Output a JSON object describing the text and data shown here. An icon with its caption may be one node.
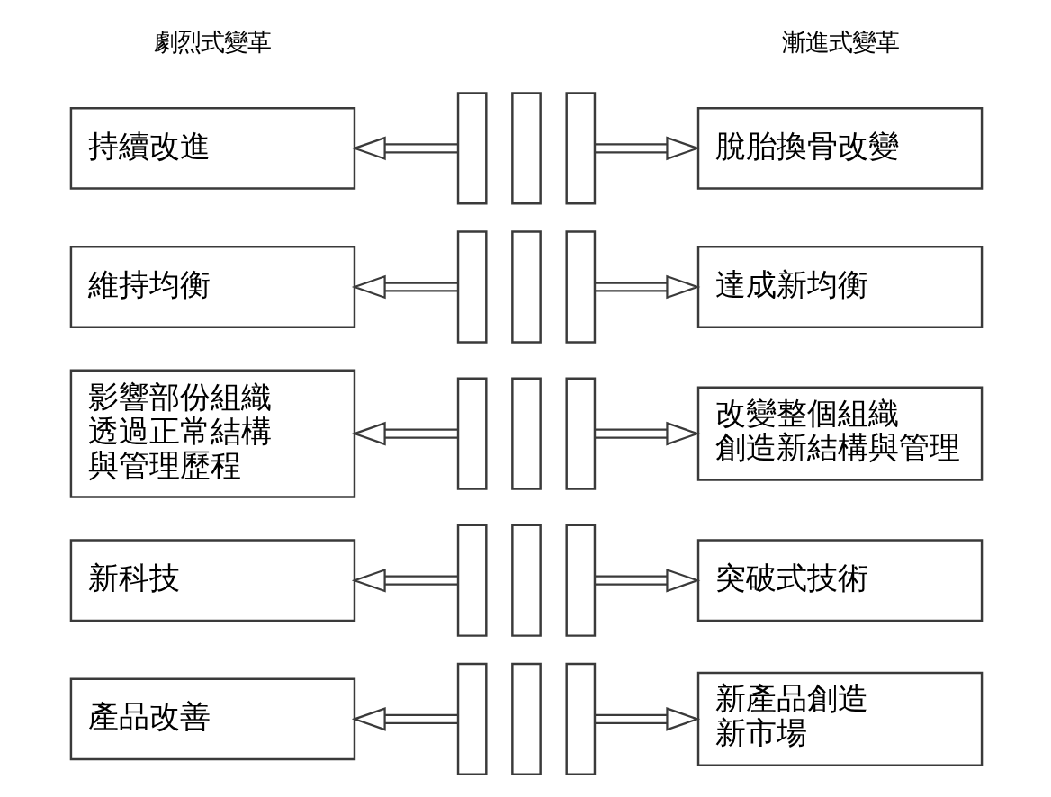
{
  "diagram": {
    "nodes": [
      {
        "text": [
          "持續改進"
        ]
      },
      {
        "text": [],
        "shape": "bar"
      },
      {
        "text": [],
        "shape": "bar"
      },
      {
        "text": [],
        "shape": "bar"
      },
      {
        "text": [
          "脫胎換骨改變"
        ]
      },
      {
        "text": [
          "維持均衡"
        ]
      },
      {
        "text": [],
        "shape": "bar"
      },
      {
        "text": [],
        "shape": "bar"
      },
      {
        "text": [],
        "shape": "bar"
      },
      {
        "text": [
          "達成新均衡"
        ]
      },
      {
        "text": [
          "影響部份組織透過正常結構與管理歷程"
        ]
      },
      {
        "text": [],
        "shape": "bar"
      },
      {
        "text": [],
        "shape": "bar"
      },
      {
        "text": [],
        "shape": "bar"
      },
      {
        "text": [
          "改變整個組織創造新結構與管理"
        ]
      },
      {
        "text": [
          "新科技"
        ]
      },
      {
        "text": [],
        "shape": "bar"
      },
      {
        "text": [],
        "shape": "bar"
      },
      {
        "text": [],
        "shape": "bar"
      },
      {
        "text": [
          "突破式技術"
        ]
      },
      {
        "text": [
          "產品改善"
        ]
      },
      {
        "text": [],
        "shape": "bar"
      },
      {
        "text": [],
        "shape": "bar"
      },
      {
        "text": [],
        "shape": "bar"
      },
      {
        "text": [
          "新產品創造新市場"
        ]
      }
    ],
    "edges": [
      {
        "from": 1,
        "to": 0,
        "arrow": "to"
      },
      {
        "from": 3,
        "to": 4,
        "arrow": "to"
      },
      {
        "from": 6,
        "to": 5,
        "arrow": "to"
      },
      {
        "from": 8,
        "to": 9,
        "arrow": "to"
      },
      {
        "from": 11,
        "to": 10,
        "arrow": "to"
      },
      {
        "from": 13,
        "to": 14,
        "arrow": "to"
      },
      {
        "from": 16,
        "to": 15,
        "arrow": "to"
      },
      {
        "from": 18,
        "to": 19,
        "arrow": "to"
      },
      {
        "from": 21,
        "to": 20,
        "arrow": "to"
      },
      {
        "from": 23,
        "to": 24,
        "arrow": "to"
      }
    ],
    "labels": [
      "劇烈式變革",
      "漸進式變革"
    ]
  }
}
